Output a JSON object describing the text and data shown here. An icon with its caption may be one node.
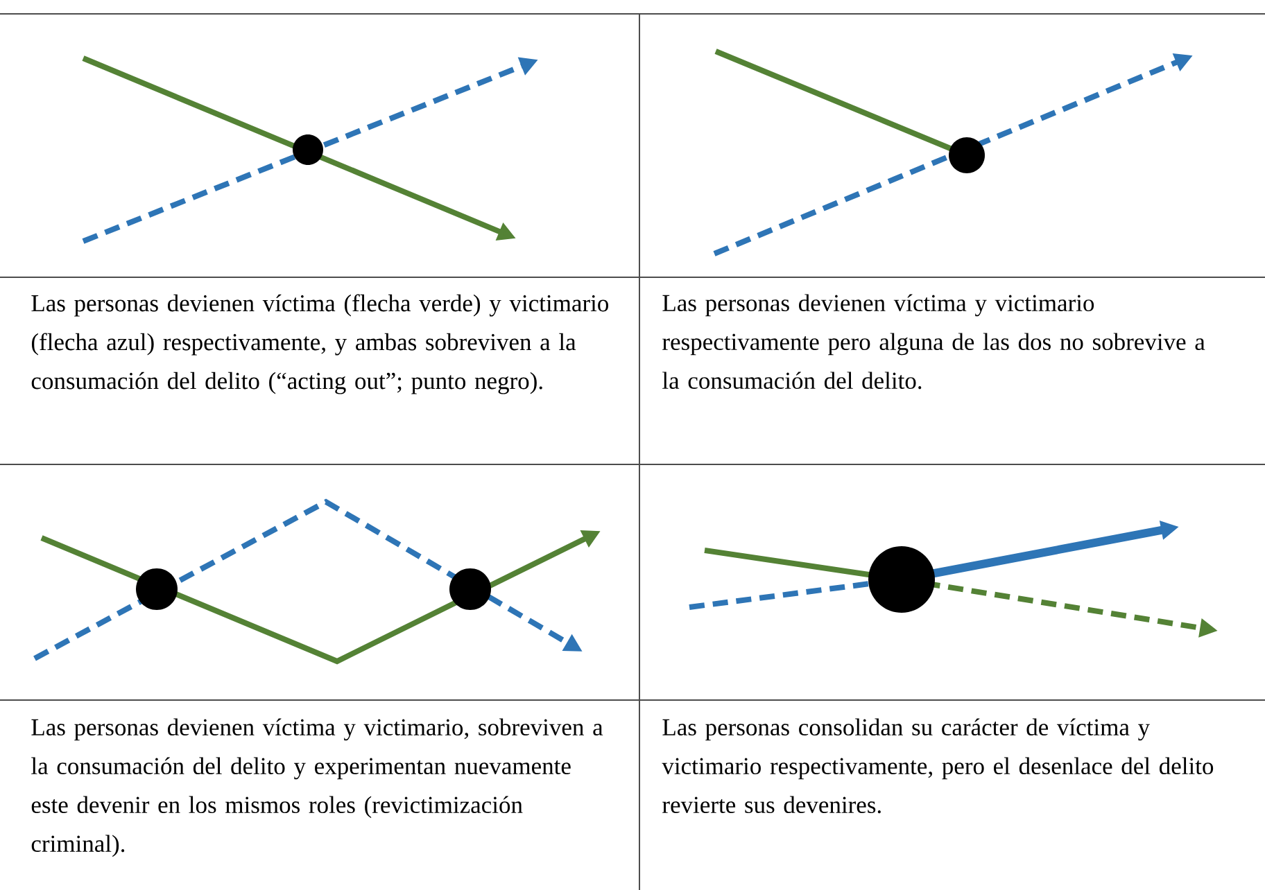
{
  "diagram": {
    "labels": [
      "Las personas devienen víctima (flecha verde) y victimario (flecha azul) respectivamente, y ambas sobreviven a la consumación del delito (“acting out”; punto negro).",
      "Las personas devienen víctima y victimario respectivamente pero alguna de las dos no sobrevive a la consumación del delito.",
      "Las personas devienen víctima y victimario, sobreviven a la consumación del delito y experimentan nuevamente este devenir en los mismos roles (revictimización criminal).",
      "Las personas consolidan su carácter de víctima y victimario respectivamente, pero el desenlace del delito revierte sus devenires."
    ]
  }
}
